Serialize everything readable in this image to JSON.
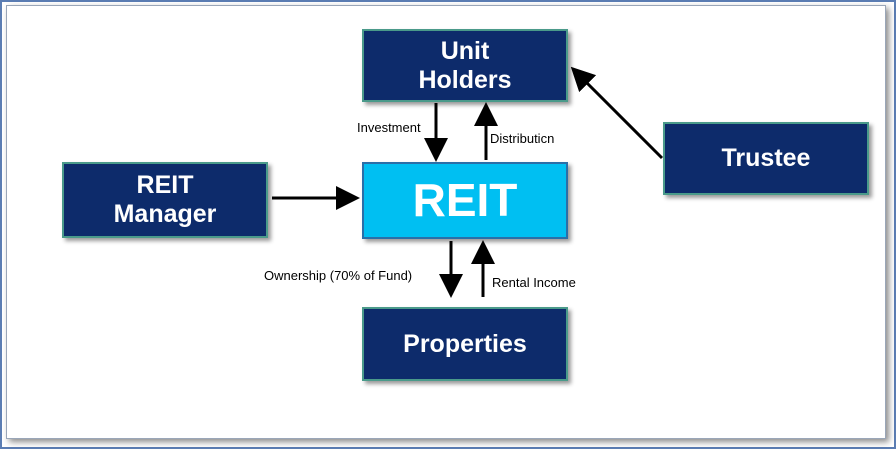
{
  "nodes": {
    "unit_holders": "Unit\nHolders",
    "reit": "REIT",
    "reit_manager": "REIT\nManager",
    "trustee": "Trustee",
    "properties": "Properties"
  },
  "edges": {
    "investment": "Investment",
    "distribution": "Distributicn",
    "ownership": "Ownership (70% of Fund)",
    "rental_income": "Rental Income"
  },
  "colors": {
    "box_fill": "#0d2b6b",
    "reit_fill": "#00bff2",
    "arrow": "#000000"
  }
}
